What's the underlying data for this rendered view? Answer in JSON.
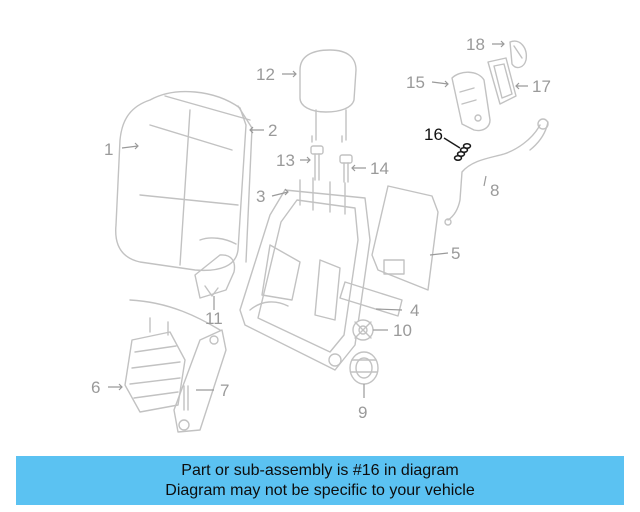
{
  "callouts": {
    "c1": "1",
    "c2": "2",
    "c3": "3",
    "c4": "4",
    "c5": "5",
    "c6": "6",
    "c7": "7",
    "c8": "8",
    "c9": "9",
    "c10": "10",
    "c11": "11",
    "c12": "12",
    "c13": "13",
    "c14": "14",
    "c15": "15",
    "c16": "16",
    "c17": "17",
    "c18": "18"
  },
  "highlighted_part": "16",
  "banner": {
    "line1": "Part or sub-assembly is #16 in diagram",
    "line2": "Diagram may not be specific to your vehicle"
  },
  "colors": {
    "banner_background": "#5bc2f2",
    "part_outline": "#c2c2c2",
    "highlight_outline": "#1a1a1a"
  }
}
